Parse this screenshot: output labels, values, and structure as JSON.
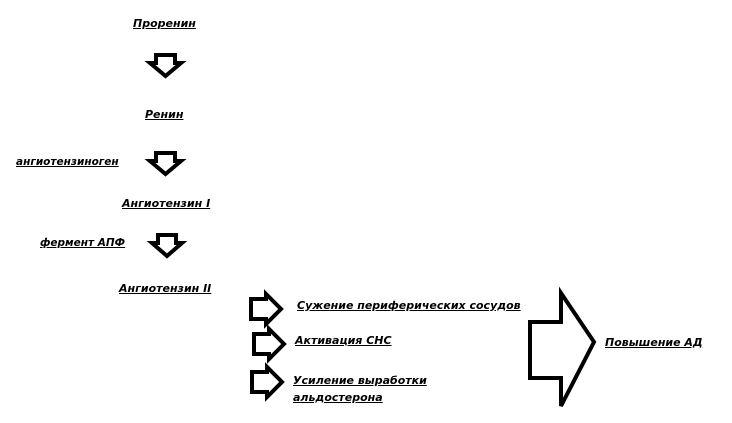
{
  "nodes": {
    "prorenin": "Проренин",
    "renin": "Ренин",
    "angiotensinogen": "ангиотензиноген",
    "angiotensin1": "Ангиотензин I",
    "ace": "фермент АПФ",
    "angiotensin2": "Ангиотензин II",
    "effect1": "Сужение периферических сосудов",
    "effect2": "Активация СНС",
    "effect3_line1": "Усиление выработки",
    "effect3_line2": "альдостерона",
    "result": "Повышение АД"
  }
}
